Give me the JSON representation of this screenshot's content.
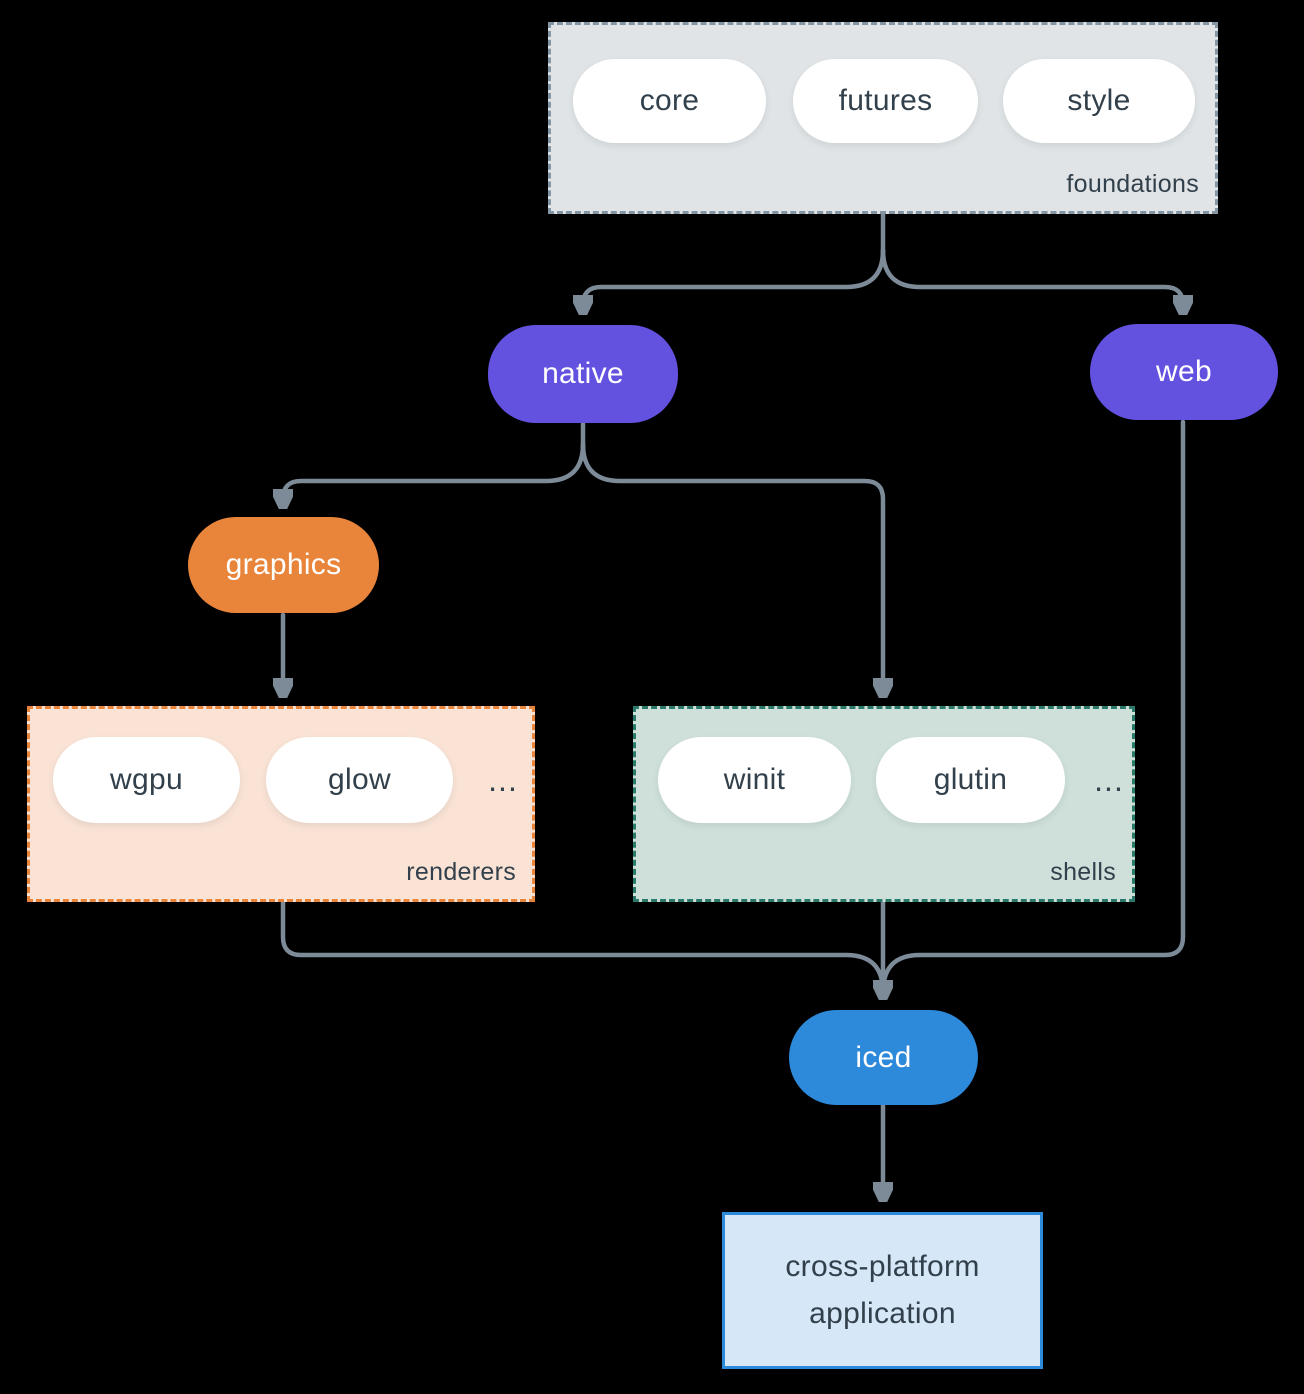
{
  "diagram": {
    "foundations": {
      "label": "foundations",
      "items": [
        "core",
        "futures",
        "style"
      ]
    },
    "native": {
      "label": "native"
    },
    "web": {
      "label": "web"
    },
    "graphics": {
      "label": "graphics"
    },
    "renderers": {
      "label": "renderers",
      "items": [
        "wgpu",
        "glow"
      ],
      "more": "..."
    },
    "shells": {
      "label": "shells",
      "items": [
        "winit",
        "glutin"
      ],
      "more": "..."
    },
    "iced": {
      "label": "iced"
    },
    "application": {
      "label": "cross-platform application"
    },
    "colors": {
      "background": "#000000",
      "connector": "#7d8b99",
      "node_purple": "#6352e0",
      "node_orange": "#e8853b",
      "node_blue": "#2d89da",
      "pill_fill": "#ffffff",
      "pill_text": "#32404b",
      "foundations_fill": "#e0e4e6",
      "foundations_border": "#8496a3",
      "renderers_fill": "#fae3d5",
      "renderers_border": "#e8853b",
      "shells_fill": "#cfe0da",
      "shells_border": "#2a7a6b",
      "application_fill": "#d6e7f8",
      "application_border": "#2d89da"
    }
  }
}
